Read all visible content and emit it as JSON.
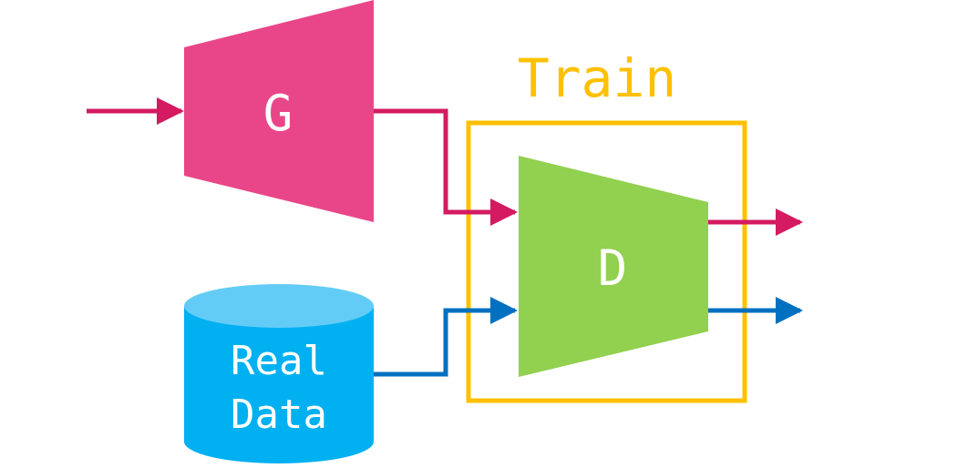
{
  "diagram": {
    "train_label": "Train",
    "generator_label": "G",
    "discriminator_label": "D",
    "real_data_line1": "Real",
    "real_data_line2": "Data"
  },
  "colors": {
    "generator": "#e9468a",
    "generator_arrow": "#d41a61",
    "discriminator": "#92d050",
    "real_data": "#00b0f0",
    "real_data_top": "#63ccf6",
    "real_data_arrow": "#0070c0",
    "train_box": "#ffc000",
    "text_light": "#ffffff"
  }
}
